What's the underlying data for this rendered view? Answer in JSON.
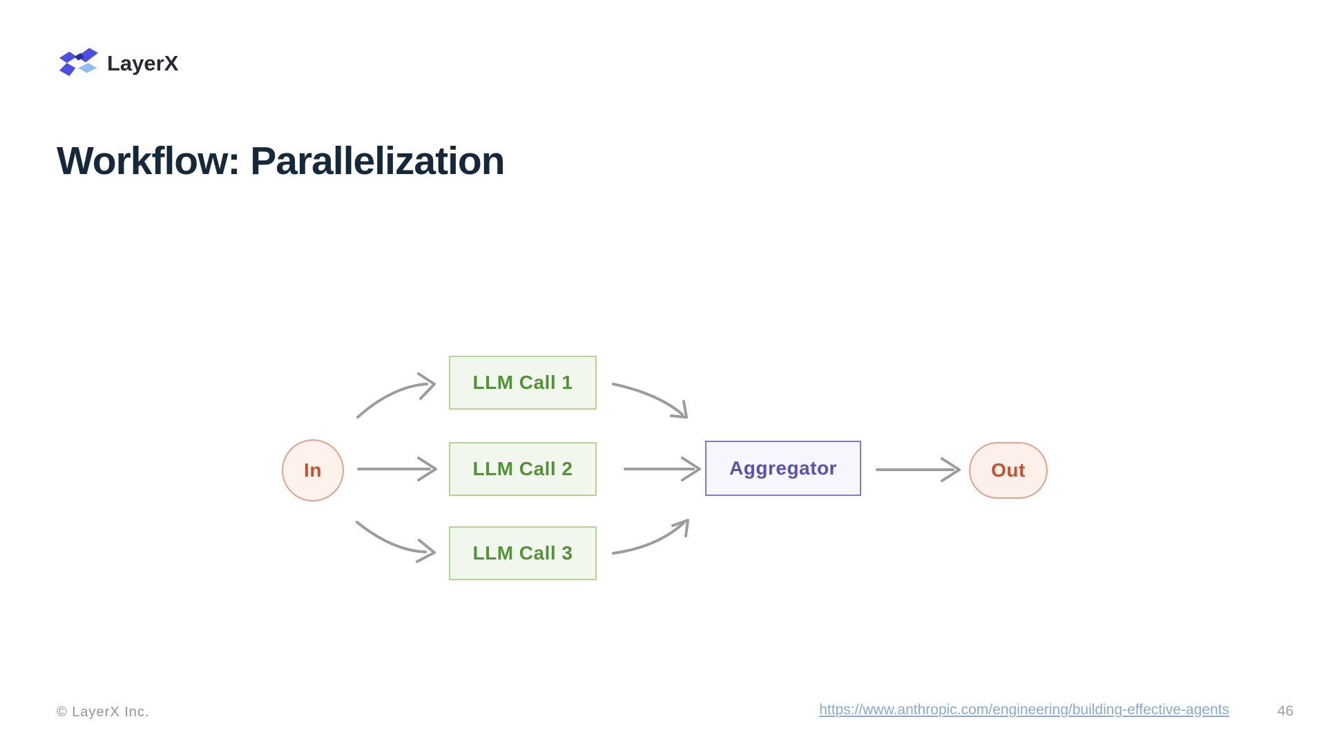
{
  "slide": {
    "logo": {
      "text": "LayerX"
    },
    "title": "Workflow: Parallelization",
    "footer": {
      "copyright": "© LayerX Inc.",
      "link": "https://www.anthropic.com/engineering/building-effective-agents",
      "page_number": "46"
    }
  },
  "diagram": {
    "nodes": {
      "in": {
        "label": "In",
        "shape": "circle"
      },
      "llm_call_1": {
        "label": "LLM Call 1",
        "shape": "rect"
      },
      "llm_call_2": {
        "label": "LLM Call 2",
        "shape": "rect"
      },
      "llm_call_3": {
        "label": "LLM Call 3",
        "shape": "rect"
      },
      "aggregator": {
        "label": "Aggregator",
        "shape": "rect"
      },
      "out": {
        "label": "Out",
        "shape": "pill"
      }
    },
    "edges": [
      {
        "from": "in",
        "to": "llm_call_1"
      },
      {
        "from": "in",
        "to": "llm_call_2"
      },
      {
        "from": "in",
        "to": "llm_call_3"
      },
      {
        "from": "llm_call_1",
        "to": "aggregator"
      },
      {
        "from": "llm_call_2",
        "to": "aggregator"
      },
      {
        "from": "llm_call_3",
        "to": "aggregator"
      },
      {
        "from": "aggregator",
        "to": "out"
      }
    ]
  },
  "colors": {
    "title_text": "#16293b",
    "node_green_fill": "#f1f7ec",
    "node_green_border": "#b2d491",
    "node_green_text": "#54923a",
    "node_purple_fill": "#f7f6fc",
    "node_purple_border": "#8079cc",
    "node_purple_text": "#5a52b0",
    "node_red_fill": "#fdf2ec",
    "node_red_border": "#e2a28e",
    "node_red_text": "#c7502f",
    "arrow_gray": "#9c9c9c",
    "link_blue": "#84aadc",
    "footer_gray": "#8c95a3",
    "logo_indigo": "#4b50e3",
    "logo_navy": "#2b2d9e",
    "logo_light_blue": "#93bcf4",
    "logo_text_dark": "#262b33"
  }
}
